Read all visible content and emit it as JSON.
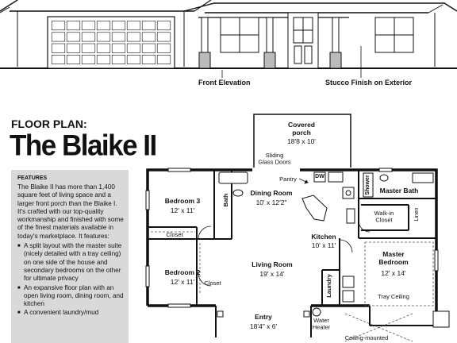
{
  "elevation": {
    "label_front": "Front Elevation",
    "label_finish": "Stucco Finish on Exterior"
  },
  "plan": {
    "title_small": "FLOOR PLAN:",
    "title_big": "The Blaike II"
  },
  "features": {
    "heading": "FEATURES",
    "intro": "The Blaike II has more than 1,400 square feet of living space and a larger front porch than the Blaike I. It's crafted with our top-quality workmanship and finished with some of the finest materials available in today's marketplace. It features:",
    "items": [
      "A split layout with the master suite (nicely detailed with a tray ceiling) on one side of the house and secondary bedrooms on the other for ultimate privacy",
      "An expansive floor plan with an open living room, dining room, and kitchen",
      "A convenient laundry/mud"
    ]
  },
  "rooms": {
    "covered_porch": {
      "name": "Covered porch",
      "dim": "18'8 x 10'"
    },
    "sliding_doors": "Sliding Glass Doors",
    "pantry": "Pantry",
    "dw": "DW",
    "bedroom3": {
      "name": "Bedroom 3",
      "dim": "12' x 11'"
    },
    "bath": "Bath",
    "dining": {
      "name": "Dining Room",
      "dim": "10' x 12'2\""
    },
    "shower": "Shower",
    "master_bath": "Master Bath",
    "walkin_closet": "Walk-in Closet",
    "linen": "Linen",
    "closet1": "Closet",
    "kitchen": {
      "name": "Kitchen",
      "dim": "10' x 11'"
    },
    "master_bedroom": {
      "name": "Master Bedroom",
      "dim": "12' x 14'"
    },
    "bedroom2": {
      "name": "Bedroom 2",
      "dim": "12' x 11'"
    },
    "closet2": "Closet",
    "living": {
      "name": "Living Room",
      "dim": "19' x 14'"
    },
    "laundry": "Laundry",
    "tray_ceiling": "Tray Ceiling",
    "entry": {
      "name": "Entry",
      "dim": "18'4\" x 6'"
    },
    "water_heater": "Water Heater",
    "ceiling_mounted": "Ceiling-mounted"
  }
}
